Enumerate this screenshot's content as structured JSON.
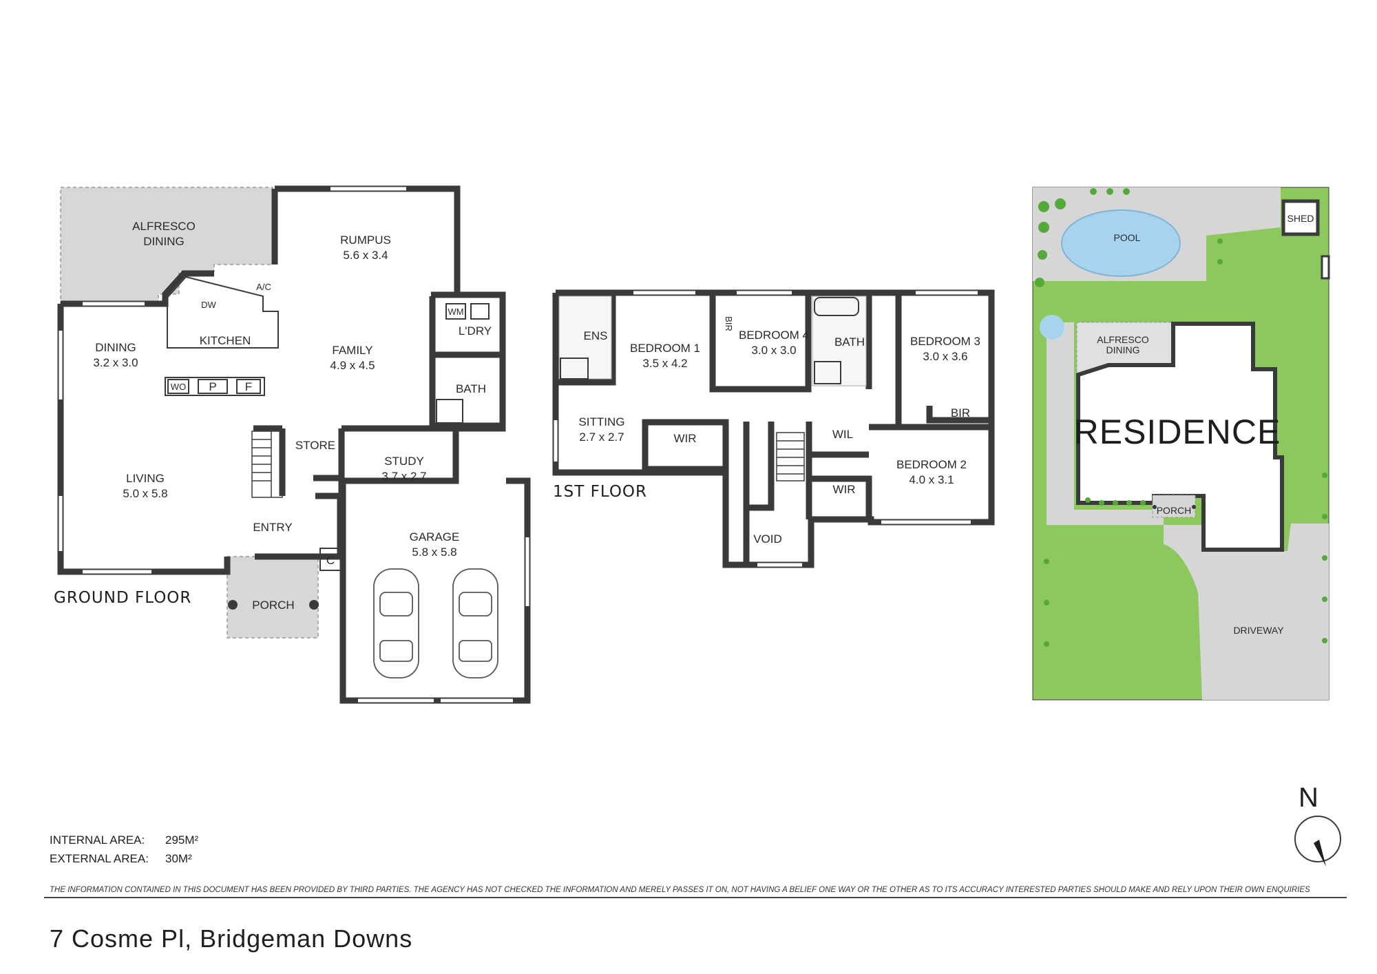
{
  "property": {
    "address": "7 Cosme Pl, Bridgeman Downs",
    "internal_area_label": "INTERNAL AREA:",
    "internal_area_value": "295M²",
    "external_area_label": "EXTERNAL AREA:",
    "external_area_value": "30M²"
  },
  "disclaimer": "THE INFORMATION CONTAINED IN THIS DOCUMENT HAS BEEN PROVIDED BY THIRD PARTIES. THE AGENCY HAS NOT CHECKED THE INFORMATION AND MERELY PASSES IT ON, NOT HAVING A BELIEF ONE WAY OR   THE OTHER AS TO ITS ACCURACY  INTERESTED PARTIES SHOULD MAKE AND RELY UPON THEIR OWN ENQUIRIES",
  "compass": {
    "label": "N"
  },
  "ground_floor": {
    "title": "GROUND FLOOR",
    "rooms": {
      "alfresco": {
        "name_line1": "ALFRESCO",
        "name_line2": "DINING"
      },
      "rumpus": {
        "name": "RUMPUS",
        "dims": "5.6 x 3.4"
      },
      "dining": {
        "name": "DINING",
        "dims": "3.2 x 3.0"
      },
      "kitchen": {
        "name": "KITCHEN"
      },
      "family": {
        "name": "FAMILY",
        "dims": "4.9 x 4.5"
      },
      "laundry": {
        "name": "L'DRY"
      },
      "bath": {
        "name": "BATH"
      },
      "store": {
        "name": "STORE"
      },
      "study": {
        "name": "STUDY",
        "dims": "3.7 x 2.7"
      },
      "living": {
        "name": "LIVING",
        "dims": "5.0 x 5.8"
      },
      "entry": {
        "name": "ENTRY"
      },
      "garage": {
        "name": "GARAGE",
        "dims": "5.8 x 5.8"
      },
      "porch": {
        "name": "PORCH"
      },
      "cupboard": {
        "name": "C"
      }
    },
    "fixtures": {
      "dw": "DW",
      "ac": "A/C",
      "wo": "WO",
      "p": "P",
      "f": "F",
      "wm": "WM"
    }
  },
  "first_floor": {
    "title": "1ST FLOOR",
    "rooms": {
      "ens": {
        "name": "ENS"
      },
      "bedroom1": {
        "name": "BEDROOM 1",
        "dims": "3.5 x 4.2"
      },
      "bir1": {
        "name": "BIR"
      },
      "bedroom4": {
        "name": "BEDROOM 4",
        "dims": "3.0 x 3.0"
      },
      "bath": {
        "name": "BATH"
      },
      "bedroom3": {
        "name": "BEDROOM 3",
        "dims": "3.0 x 3.6"
      },
      "bir3": {
        "name": "BIR"
      },
      "sitting": {
        "name": "SITTING",
        "dims": "2.7 x 2.7"
      },
      "wir1": {
        "name": "WIR"
      },
      "wil": {
        "name": "WIL"
      },
      "wir2": {
        "name": "WIR"
      },
      "bedroom2": {
        "name": "BEDROOM 2",
        "dims": "4.0 x 3.1"
      },
      "void": {
        "name": "VOID"
      }
    }
  },
  "site_plan": {
    "shed": "SHED",
    "pool": "POOL",
    "alfresco_line1": "ALFRESCO",
    "alfresco_line2": "DINING",
    "residence": "RESIDENCE",
    "porch": "PORCH",
    "driveway": "DRIVEWAY",
    "colors": {
      "lawn": "#8cc85e",
      "paving": "#d6d6d6",
      "pool": "#a8d3ef",
      "hedge": "#55a83a"
    }
  }
}
